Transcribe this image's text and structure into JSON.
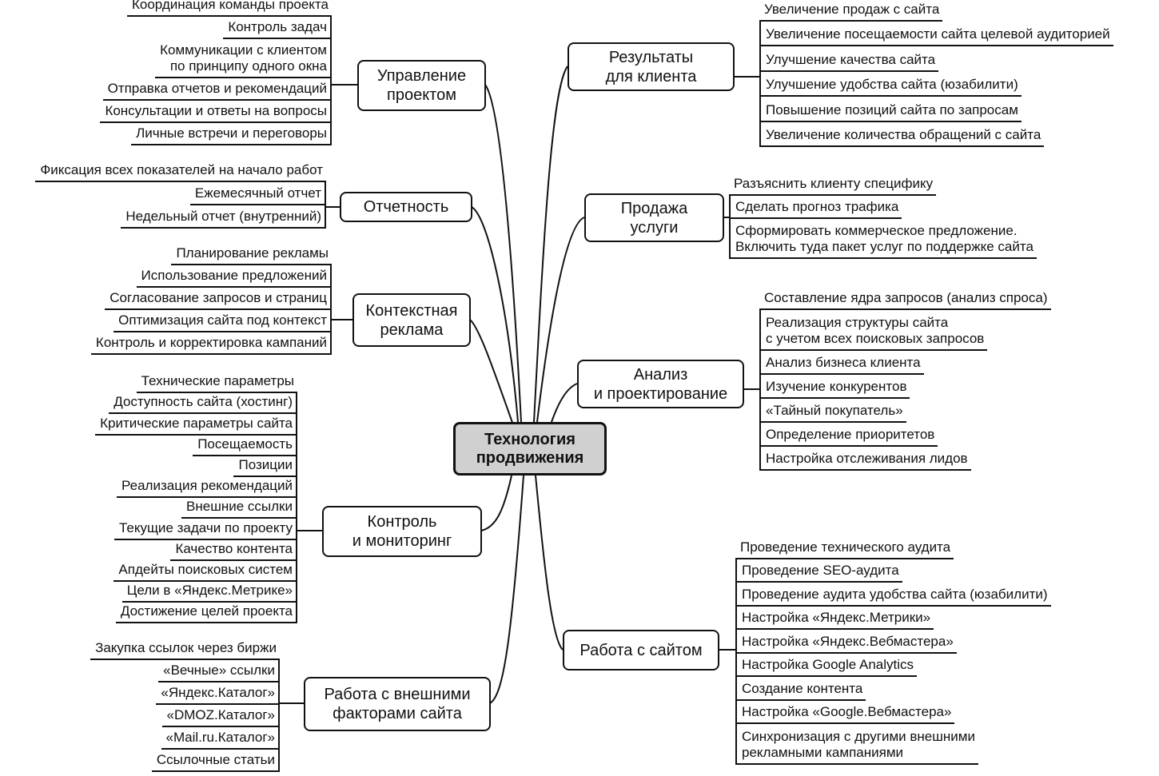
{
  "center": "Технология\nпродвижения",
  "groups": [
    {
      "title": "Управление\nпроектом",
      "leaves": [
        "Координация команды проекта",
        "Контроль задач",
        "Коммуникации с клиентом\nпо принципу одного окна",
        "Отправка отчетов и рекомендаций",
        "Консультации и ответы на вопросы",
        "Личные встречи и переговоры"
      ]
    },
    {
      "title": "Отчетность",
      "leaves": [
        "Фиксация всех показателей на начало работ",
        "Ежемесячный отчет",
        "Недельный отчет (внутренний)"
      ]
    },
    {
      "title": "Контекстная\nреклама",
      "leaves": [
        "Планирование рекламы",
        "Использование предложений",
        "Согласование запросов и страниц",
        "Оптимизация сайта под контекст",
        "Контроль и корректировка кампаний"
      ]
    },
    {
      "title": "Контроль\nи мониторинг",
      "leaves": [
        "Технические параметры",
        "Доступность сайта (хостинг)",
        "Критические параметры сайта",
        "Посещаемость",
        "Позиции",
        "Реализация рекомендаций",
        "Внешние ссылки",
        "Текущие задачи по проекту",
        "Качество контента",
        "Апдейты поисковых систем",
        "Цели в «Яндекс.Метрике»",
        "Достижение целей проекта"
      ]
    },
    {
      "title": "Работа с внешними\nфакторами сайта",
      "leaves": [
        "Закупка ссылок через биржи",
        "«Вечные» ссылки",
        "«Яндекс.Каталог»",
        "«DMOZ.Каталог»",
        "«Mail.ru.Каталог»",
        "Ссылочные статьи"
      ]
    },
    {
      "title": "Результаты\nдля клиента",
      "leaves": [
        "Увеличение продаж с сайта",
        "Увеличение посещаемости сайта целевой аудиторией",
        "Улучшение качества сайта",
        "Улучшение удобства сайта (юзабилити)",
        "Повышение позиций сайта по запросам",
        "Увеличение количества обращений с сайта"
      ]
    },
    {
      "title": "Продажа\nуслуги",
      "leaves": [
        "Разъяснить клиенту специфику",
        "Сделать прогноз трафика",
        "Сформировать коммерческое предложение.\nВключить туда пакет услуг по поддержке сайта"
      ]
    },
    {
      "title": "Анализ\nи проектирование",
      "leaves": [
        "Составление ядра запросов (анализ спроса)",
        "Реализация структуры сайта\nс учетом всех поисковых запросов",
        "Анализ бизнеса клиента",
        "Изучение конкурентов",
        "«Тайный покупатель»",
        "Определение приоритетов",
        "Настройка отслеживания лидов"
      ]
    },
    {
      "title": "Работа с сайтом",
      "leaves": [
        "Проведение технического аудита",
        "Проведение SEO-аудита",
        "Проведение аудита удобства сайта (юзабилити)",
        "Настройка «Яндекс.Метрики»",
        "Настройка «Яндекс.Вебмастера»",
        "Настройка Google Analytics",
        "Создание контента",
        "Настройка «Google.Вебмастера»",
        "Синхронизация с другими внешними\nрекламными кампаниями"
      ]
    }
  ]
}
